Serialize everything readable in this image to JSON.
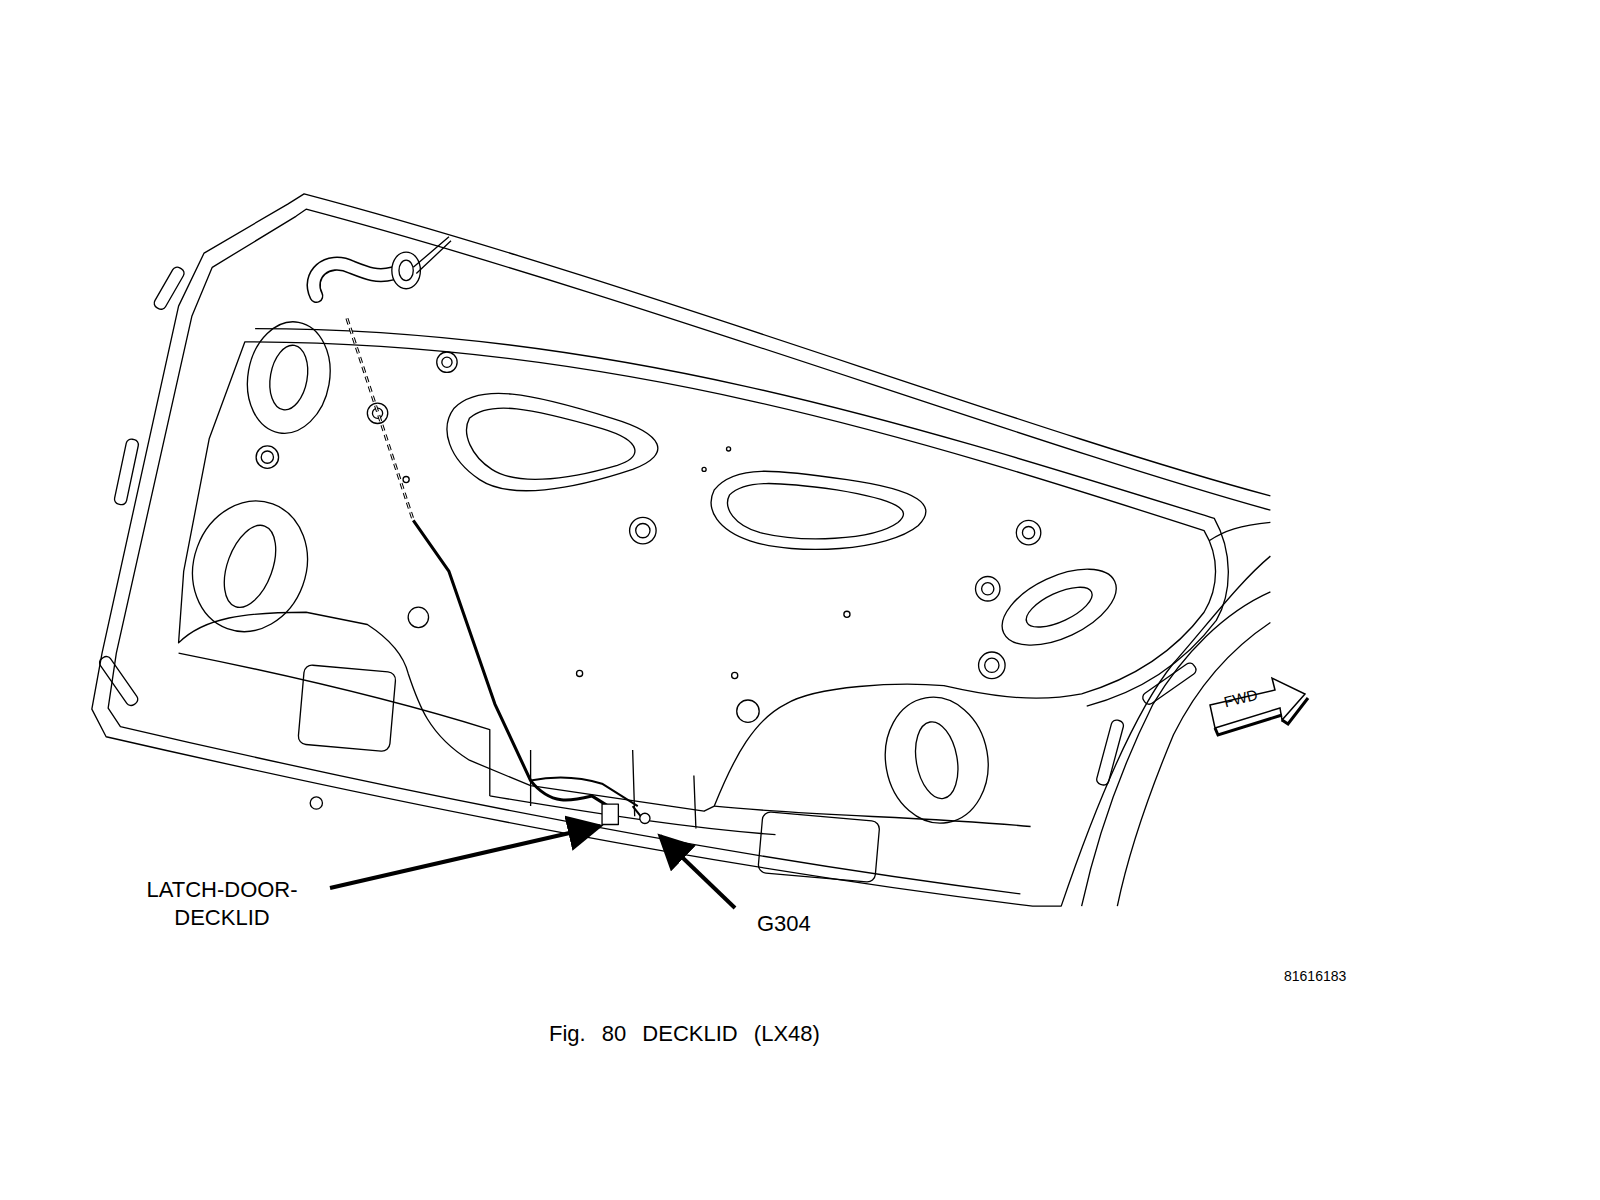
{
  "diagram": {
    "caption": "Fig. 80 DECKLID (LX48)",
    "labels": [
      "LATCH-DOOR- DECKLID",
      "G304",
      "FWD",
      "81616183"
    ]
  }
}
